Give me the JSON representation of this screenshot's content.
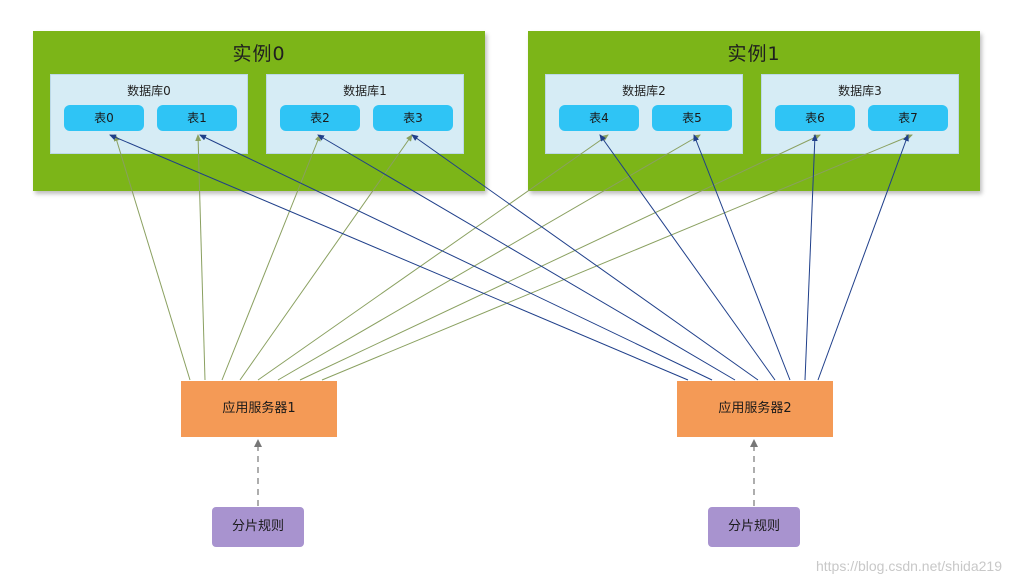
{
  "instances": [
    {
      "title": "实例0",
      "databases": [
        {
          "title": "数据库0",
          "tables": [
            "表0",
            "表1"
          ]
        },
        {
          "title": "数据库1",
          "tables": [
            "表2",
            "表3"
          ]
        }
      ]
    },
    {
      "title": "实例1",
      "databases": [
        {
          "title": "数据库2",
          "tables": [
            "表4",
            "表5"
          ]
        },
        {
          "title": "数据库3",
          "tables": [
            "表6",
            "表7"
          ]
        }
      ]
    }
  ],
  "servers": [
    {
      "label": "应用服务器1",
      "rule": "分片规则"
    },
    {
      "label": "应用服务器2",
      "rule": "分片规则"
    }
  ],
  "watermark": "https://blog.csdn.net/shida219",
  "colors": {
    "instance": "#7cb518",
    "database": "#d6ecf5",
    "table": "#2fc4f5",
    "server": "#f49a56",
    "rule": "#a893cf",
    "server1_links": "#8aa060",
    "server2_links": "#1f3f8a",
    "rule_arrow": "#777777"
  }
}
